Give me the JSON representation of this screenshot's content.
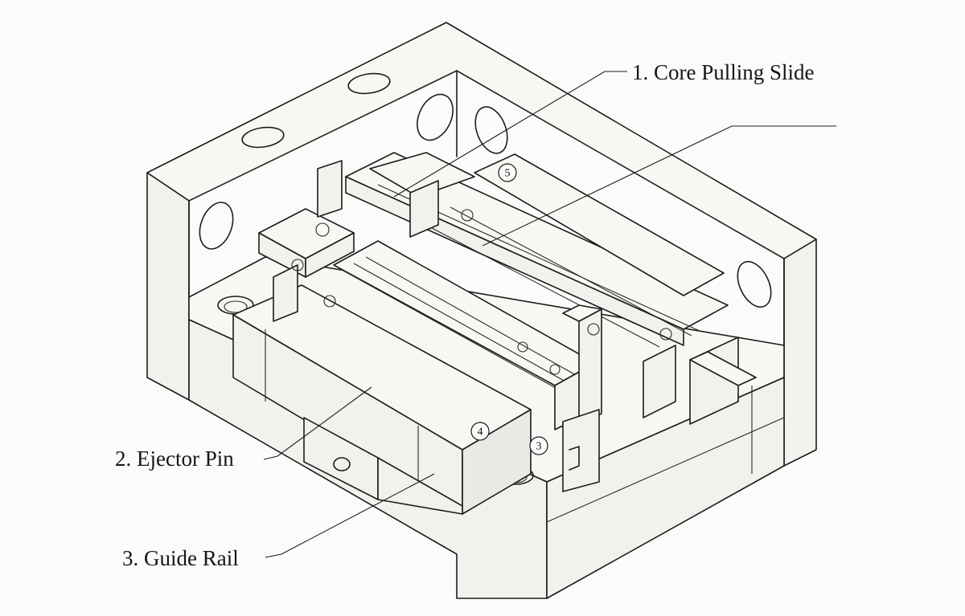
{
  "callouts": [
    {
      "id": "core-pulling-slide",
      "text": "1. Core Pulling Slide"
    },
    {
      "id": "ejector-pin",
      "text": "2. Ejector Pin"
    },
    {
      "id": "guide-rail",
      "text": "3. Guide Rail"
    }
  ],
  "part_markers": [
    "5",
    "4",
    "3"
  ]
}
